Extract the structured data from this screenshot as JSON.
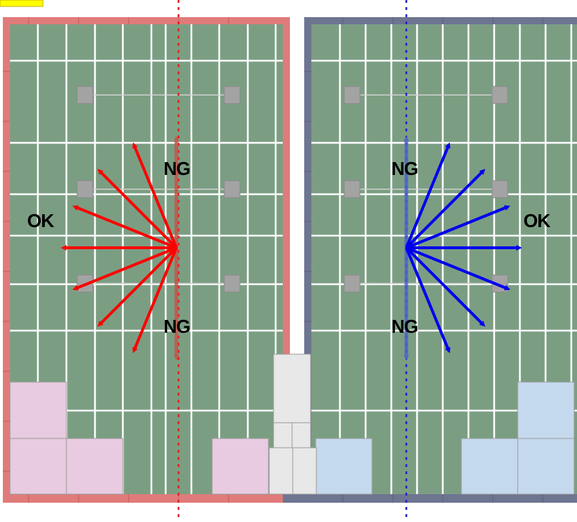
{
  "labels": {
    "red_ng_top": "NG",
    "red_ng_bottom": "NG",
    "red_ok": "OK",
    "blue_ng_top": "NG",
    "blue_ng_bottom": "NG",
    "blue_ok": "OK"
  },
  "colors": {
    "field_green": "#7b9e82",
    "red_wall": "#e07b7b",
    "blue_wall": "#6e7591",
    "red_arrow": "#ff0000",
    "blue_arrow": "#0000ee",
    "red_ng_arrow": "#c4534a",
    "blue_ng_arrow": "#4d64c8",
    "red_box": "#e8cbe0",
    "blue_box": "#c5d9ee",
    "neutral_box": "#e8e8e8",
    "grid_line": "#ffffff",
    "corner_marker": "#ffff00"
  },
  "icons": {
    "allowed_direction": "arrow-icon",
    "forbidden_direction": "arrow-icon"
  }
}
